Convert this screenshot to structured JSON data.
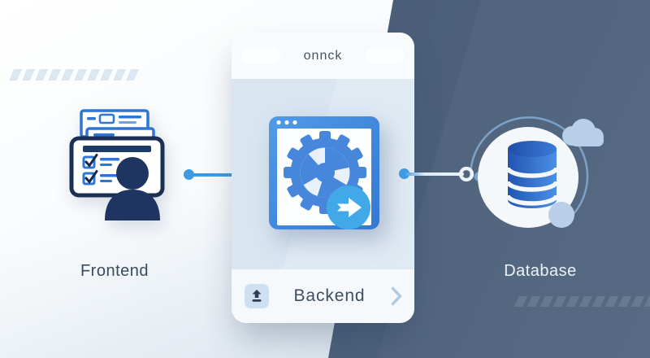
{
  "diagram": {
    "type": "architecture-flow",
    "nodes": [
      {
        "id": "frontend",
        "label": "Frontend",
        "role": "client-ui"
      },
      {
        "id": "backend",
        "label": "Backend",
        "window_title": "onnck",
        "role": "application"
      },
      {
        "id": "database",
        "label": "Database",
        "role": "storage"
      }
    ],
    "connections": [
      {
        "from": "frontend",
        "to": "backend"
      },
      {
        "from": "backend",
        "to": "database"
      }
    ]
  },
  "icons": {
    "browser": "browser-window-icon",
    "gear": "gear-icon",
    "arrow_right": "arrow-right-icon",
    "upload": "upload-icon",
    "chevron_right": "chevron-right-icon",
    "user": "user-silhouette-icon",
    "documents": "checklist-documents-icon",
    "database": "database-cylinder-icon",
    "cloud": "cloud-icon"
  },
  "colors": {
    "dark_panel": "#4a5e78",
    "light_panel": "#f4f8fb",
    "card_bg": "#f7fafc",
    "card_body_bg": "#d9e5f1",
    "accent_blue": "#3f9ae0",
    "icon_blue": "#4787db",
    "accent_cyan": "#41a9e8",
    "navy": "#1d3560",
    "text_dark": "#3f4e5f",
    "text_light": "#edf2f7",
    "stripe_light": "#dbe7f3"
  }
}
